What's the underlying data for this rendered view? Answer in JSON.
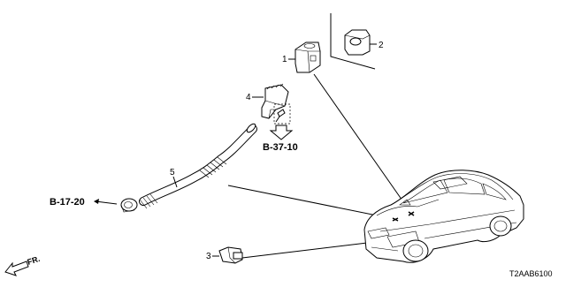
{
  "callouts": [
    {
      "id": "1",
      "label": "1"
    },
    {
      "id": "2",
      "label": "2"
    },
    {
      "id": "3",
      "label": "3"
    },
    {
      "id": "4",
      "label": "4"
    },
    {
      "id": "5",
      "label": "5"
    }
  ],
  "references": {
    "b3710": "B-37-10",
    "b1720": "B-17-20"
  },
  "front_arrow_label": "FR.",
  "diagram_code": "T2AAB6100"
}
